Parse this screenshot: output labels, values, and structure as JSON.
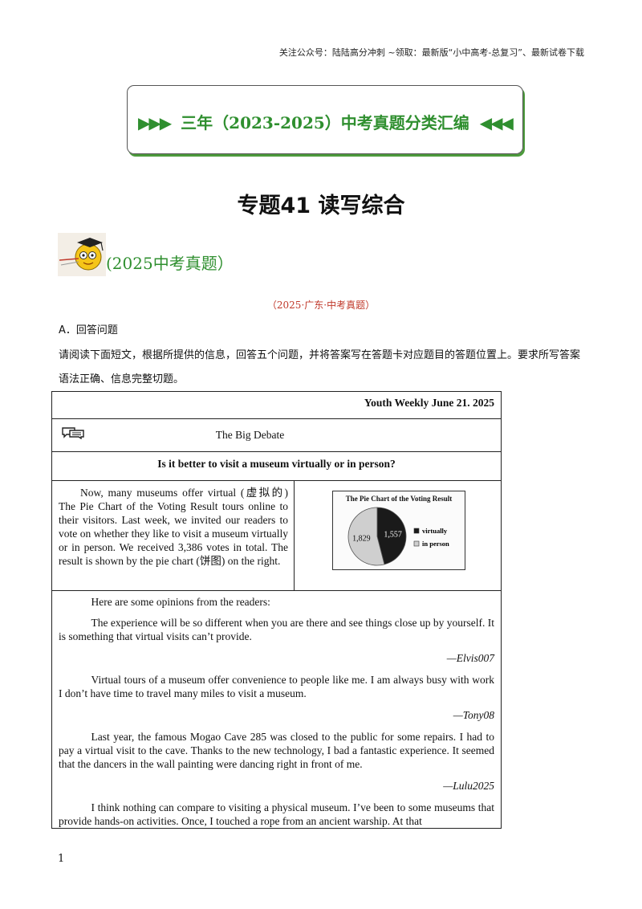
{
  "header": {
    "note": "关注公众号：陆陆高分冲刺 ~领取：最新版“小中高考-总复习”、最新试卷下载"
  },
  "banner": {
    "arrows_left": "▶▶▶",
    "text": "三年（2023-2025）中考真题分类汇编",
    "arrows_right": "◀◀◀",
    "color": "#2f8f2f"
  },
  "topic_title": "专题41  读写综合",
  "section": {
    "title": "(2025中考真题）",
    "icon": "scholar-mascot-icon"
  },
  "source": "（2025·广东·中考真题）",
  "question_heading": "A．回答问题",
  "instruction": "请阅读下面短文，根据所提供的信息，回答五个问题，并将答案写在答题卡对应题目的答题位置上。要求所写答案语法正确、信息完整切题。",
  "article": {
    "date_line": "Youth Weekly June 21. 2025",
    "debate_icon": "speech-bubbles-icon",
    "debate_label": "The Big Debate",
    "question": "Is it better to visit a museum virtually or in person?",
    "intro": "Now, many museums offer virtual (虚拟的) The Pie Chart of the Voting Result tours online to their visitors. Last week, we invited our readers to vote on whether they like to visit a museum virtually or in person. We received 3,386 votes in total. The result is shown by the pie chart (饼图) on the right.",
    "opinions_intro": "Here are some opinions from the readers:",
    "opinions": [
      {
        "text": "The experience will be so different when you are there and see things close up by yourself. It is something that virtual visits can’t provide.",
        "author": "—Elvis007"
      },
      {
        "text": "Virtual tours of a museum offer convenience to people like me. I am always busy with work I don’t have time to travel many miles to visit a museum.",
        "author": "—Tony08"
      },
      {
        "text": "Last year, the famous Mogao Cave 285 was closed to the public for some repairs. I had to pay a virtual visit to the cave. Thanks to the new technology, I bad a fantastic experience. It seemed that the dancers in the wall painting were dancing right in front of me.",
        "author": "—Lulu2025"
      },
      {
        "text": "I think nothing can compare to visiting a physical museum. I’ve been to some museums that provide hands-on activities. Once, I touched a rope from an ancient warship. At that",
        "author": ""
      }
    ]
  },
  "chart_data": {
    "type": "pie",
    "title": "The Pie Chart of the Voting Result",
    "categories": [
      "virtually",
      "in person"
    ],
    "values": [
      1557,
      1829
    ],
    "value_labels": [
      "1,557",
      "1,829"
    ],
    "colors": [
      "#1a1a1a",
      "#cfcfcf"
    ],
    "legend": "right"
  },
  "page_number": "1"
}
